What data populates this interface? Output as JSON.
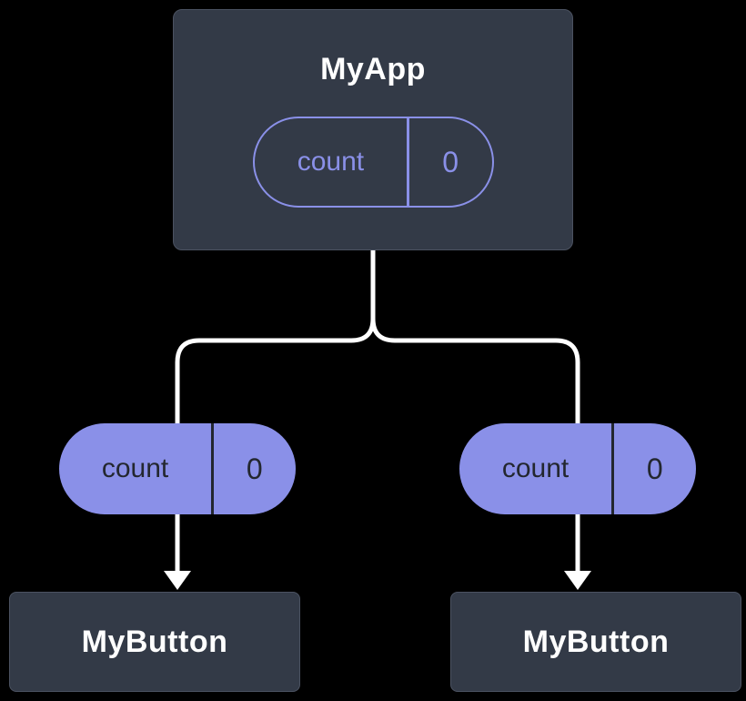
{
  "diagram": {
    "root": {
      "title": "MyApp",
      "state": {
        "name": "count",
        "value": "0"
      }
    },
    "left_state": {
      "name": "count",
      "value": "0"
    },
    "right_state": {
      "name": "count",
      "value": "0"
    },
    "left_child": {
      "title": "MyButton"
    },
    "right_child": {
      "title": "MyButton"
    }
  },
  "colors": {
    "background": "#000000",
    "node_background": "#333a47",
    "node_border": "#4b5261",
    "accent_purple": "#8a90e8",
    "pill_text_dark": "#23272f",
    "connector_white": "#ffffff",
    "title_text": "#ffffff"
  }
}
